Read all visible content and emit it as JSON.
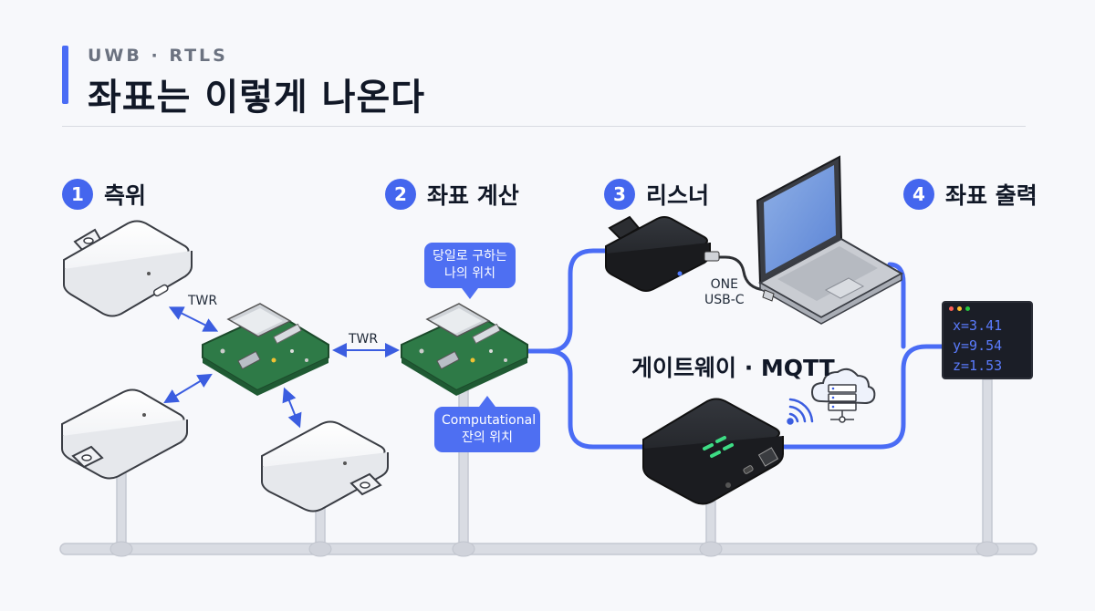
{
  "header": {
    "kicker": "UWB · RTLS",
    "title": "좌표는 이렇게 나온다"
  },
  "steps": [
    {
      "num": "1",
      "label": "측위"
    },
    {
      "num": "2",
      "label": "좌표 계산"
    },
    {
      "num": "3",
      "label": "리스너"
    },
    {
      "num": "4",
      "label": "좌표 출력"
    }
  ],
  "links": {
    "twr_a": "TWR",
    "twr_b": "TWR"
  },
  "callouts": {
    "self_position": [
      "당일로 구하는",
      "나의 위치"
    ],
    "computed_position": [
      "Computational",
      "잔의 위치"
    ]
  },
  "listener": {
    "usb_label": [
      "ONE",
      "USB-C"
    ]
  },
  "gateway": {
    "label": "게이트웨이 · MQTT"
  },
  "output": {
    "lines": [
      "x=3.41",
      "y=9.54",
      "z=1.53"
    ]
  },
  "colors": {
    "accent": "#4466ee",
    "pipe": "#d5d8e0",
    "connector": "#4a6cf5",
    "board": "#2f7d4a",
    "device_dark": "#1f2125",
    "anchor": "#f5f6f8"
  },
  "icons": [
    "cloud-server-icon",
    "wifi-signal-icon",
    "double-arrow-icon",
    "laptop-icon",
    "terminal-icon"
  ]
}
